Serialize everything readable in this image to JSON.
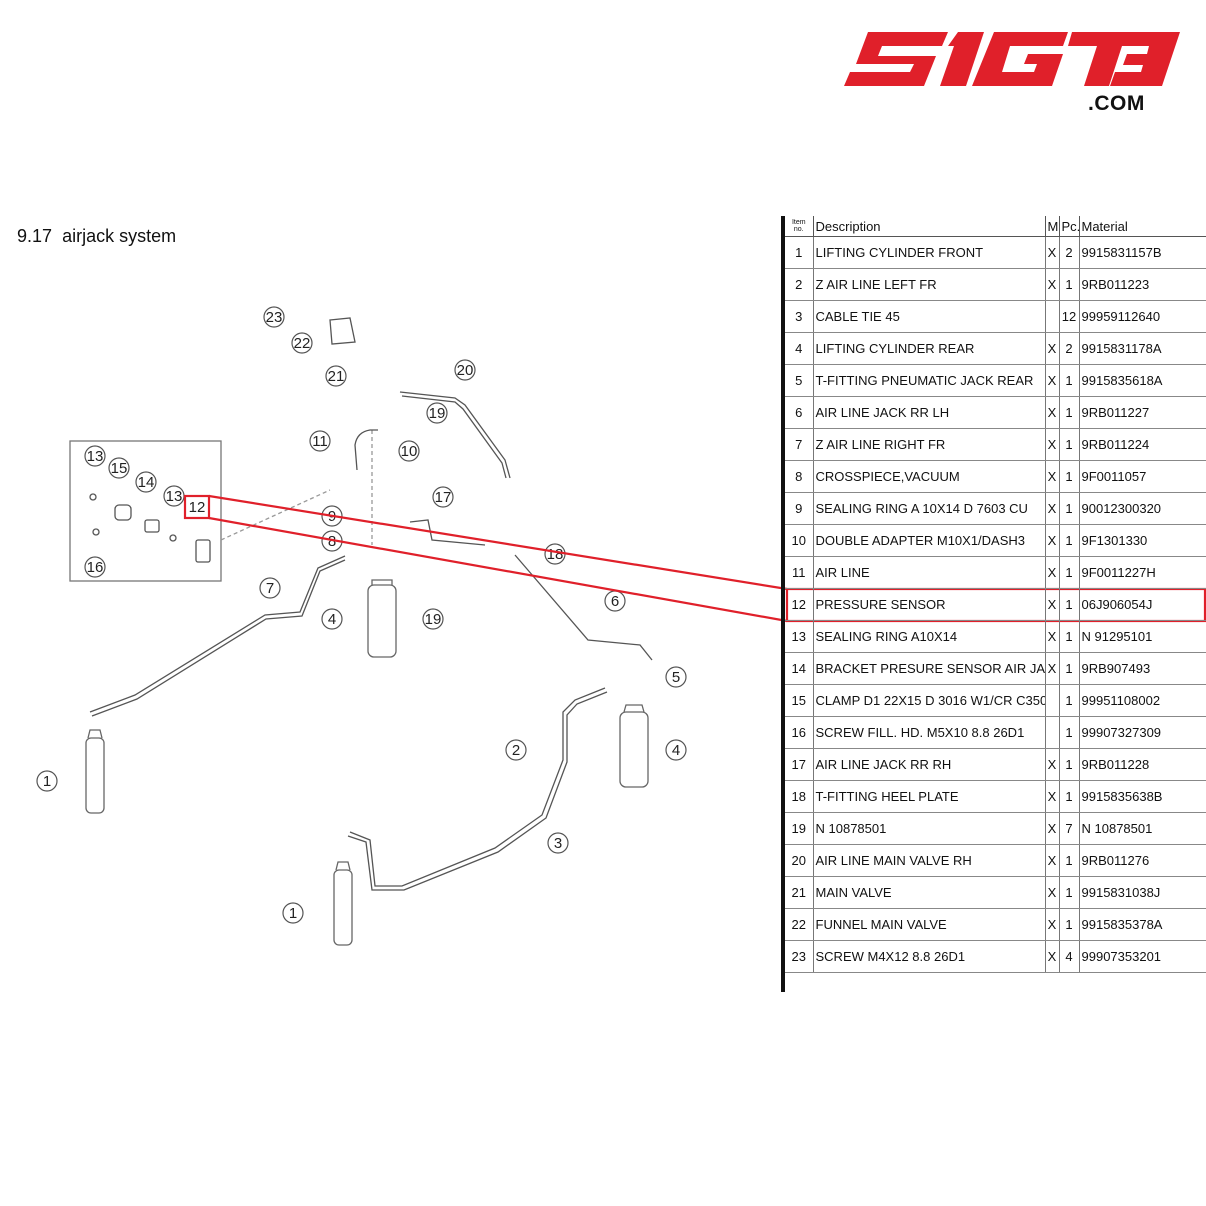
{
  "logo": {
    "text": "S1GT3",
    "suffix": ".COM",
    "color": "#e0202a"
  },
  "section": {
    "number": "9.17",
    "title": "airjack system"
  },
  "highlight": {
    "item": "12",
    "color": "#e0202a"
  },
  "table": {
    "headers": {
      "item": "Item no.",
      "description": "Description",
      "m": "M",
      "pc": "Pc.",
      "material": "Material"
    },
    "rows": [
      {
        "item": "1",
        "description": "LIFTING CYLINDER FRONT",
        "m": "X",
        "pc": "2",
        "material": "9915831157B"
      },
      {
        "item": "2",
        "description": "Z AIR LINE LEFT FR",
        "m": "X",
        "pc": "1",
        "material": "9RB011223"
      },
      {
        "item": "3",
        "description": "CABLE TIE 45",
        "m": "",
        "pc": "12",
        "material": "99959112640"
      },
      {
        "item": "4",
        "description": "LIFTING CYLINDER REAR",
        "m": "X",
        "pc": "2",
        "material": "9915831178A"
      },
      {
        "item": "5",
        "description": "T-FITTING PNEUMATIC JACK REAR",
        "m": "X",
        "pc": "1",
        "material": "9915835618A"
      },
      {
        "item": "6",
        "description": "AIR LINE JACK RR LH",
        "m": "X",
        "pc": "1",
        "material": "9RB011227"
      },
      {
        "item": "7",
        "description": "Z AIR LINE RIGHT FR",
        "m": "X",
        "pc": "1",
        "material": "9RB011224"
      },
      {
        "item": "8",
        "description": "CROSSPIECE,VACUUM",
        "m": "X",
        "pc": "1",
        "material": "9F0011057"
      },
      {
        "item": "9",
        "description": "SEALING RING A 10X14 D 7603 CU",
        "m": "X",
        "pc": "1",
        "material": "90012300320"
      },
      {
        "item": "10",
        "description": "DOUBLE ADAPTER M10X1/DASH3",
        "m": "X",
        "pc": "1",
        "material": "9F1301330"
      },
      {
        "item": "11",
        "description": "AIR LINE",
        "m": "X",
        "pc": "1",
        "material": "9F0011227H"
      },
      {
        "item": "12",
        "description": "PRESSURE SENSOR",
        "m": "X",
        "pc": "1",
        "material": "06J906054J"
      },
      {
        "item": "13",
        "description": "SEALING RING A10X14",
        "m": "X",
        "pc": "1",
        "material": "N 91295101"
      },
      {
        "item": "14",
        "description": "BRACKET PRESURE SENSOR AIR JACK",
        "m": "X",
        "pc": "1",
        "material": "9RB907493"
      },
      {
        "item": "15",
        "description": "CLAMP D1 22X15 D 3016 W1/CR C350",
        "m": "",
        "pc": "1",
        "material": "99951108002"
      },
      {
        "item": "16",
        "description": "SCREW FILL. HD. M5X10 8.8 26D1",
        "m": "",
        "pc": "1",
        "material": "99907327309"
      },
      {
        "item": "17",
        "description": "AIR LINE JACK RR RH",
        "m": "X",
        "pc": "1",
        "material": "9RB011228"
      },
      {
        "item": "18",
        "description": "T-FITTING HEEL PLATE",
        "m": "X",
        "pc": "1",
        "material": "9915835638B"
      },
      {
        "item": "19",
        "description": "N 10878501",
        "m": "X",
        "pc": "7",
        "material": "N 10878501"
      },
      {
        "item": "20",
        "description": "AIR LINE MAIN VALVE RH",
        "m": "X",
        "pc": "1",
        "material": "9RB011276"
      },
      {
        "item": "21",
        "description": "MAIN VALVE",
        "m": "X",
        "pc": "1",
        "material": "9915831038J"
      },
      {
        "item": "22",
        "description": "FUNNEL MAIN VALVE",
        "m": "X",
        "pc": "1",
        "material": "9915835378A"
      },
      {
        "item": "23",
        "description": "SCREW M4X12 8.8 26D1",
        "m": "X",
        "pc": "4",
        "material": "99907353201"
      }
    ]
  },
  "diagram": {
    "callouts": [
      "1",
      "1",
      "2",
      "3",
      "4",
      "4",
      "5",
      "6",
      "7",
      "8",
      "9",
      "10",
      "11",
      "12",
      "13",
      "13",
      "14",
      "15",
      "16",
      "17",
      "18",
      "19",
      "19",
      "20",
      "21",
      "22",
      "23"
    ]
  }
}
